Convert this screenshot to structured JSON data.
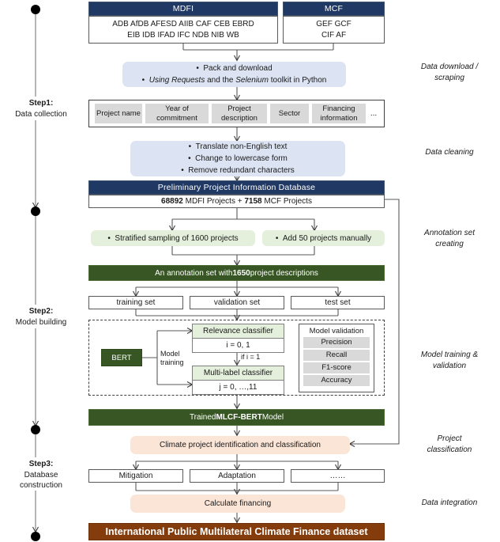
{
  "diagram": {
    "title": "International Public Multilateral Climate Finance dataset workflow",
    "colors": {
      "navy": "#1F3864",
      "light_blue": "#DCE3F2",
      "light_green": "#E4EFDC",
      "dark_green": "#375623",
      "peach": "#FBE5D6",
      "brown": "#843C0C",
      "grey_chip": "#D9D9D9"
    }
  },
  "sources": {
    "mdfi": {
      "header": "MDFI",
      "line1": "ADB AfDB AFESD AIIB CAF CEB EBRD",
      "line2": "EIB IDB IFAD IFC NDB NIB WB"
    },
    "mcf": {
      "header": "MCF",
      "line1": "GEF GCF",
      "line2": "CIF AF"
    }
  },
  "download_step": {
    "bullet1": "Pack and download",
    "bullet2_pre": "Using Requests",
    "bullet2_mid": " and the ",
    "bullet2_em": "Selenium",
    "bullet2_post": " toolkit in Python"
  },
  "fields": {
    "items": [
      "Project name",
      "Year of commitment",
      "Project description",
      "Sector",
      "Financing information"
    ],
    "ellipsis": "..."
  },
  "cleaning_step": {
    "bullet1": "Translate non-English text",
    "bullet2": "Change to lowercase form",
    "bullet3": "Remove redundant characters"
  },
  "preliminary_db": {
    "header": "Preliminary Project Information Database",
    "count_mdfi": "68892",
    "label_mdfi": " MDFI Projects + ",
    "count_mcf": "7158",
    "label_mcf": " MCF Projects"
  },
  "sampling": {
    "left": "Stratified sampling of 1600 projects",
    "right": "Add 50 projects manually"
  },
  "annotation_set": {
    "pre": "An annotation set with ",
    "count": "1650",
    "post": " project descriptions"
  },
  "splits": [
    "training set",
    "validation set",
    "test set"
  ],
  "model_block": {
    "bert": "BERT",
    "model_training": "Model training",
    "relevance": {
      "title": "Relevance classifier",
      "range": "i = 0, 1"
    },
    "if_label": "if i = 1",
    "multilabel": {
      "title": "Multi-label classifier",
      "range": "j = 0, …,11"
    },
    "validation": {
      "title": "Model validation",
      "metrics": [
        "Precision",
        "Recall",
        "F1-score",
        "Accuracy"
      ]
    }
  },
  "trained_model": {
    "pre": "Trained ",
    "name": "MLCF-BERT",
    "post": " Model"
  },
  "classification": "Climate project identification and classification",
  "categories": [
    "Mitigation",
    "Adaptation",
    "……"
  ],
  "calculate": "Calculate financing",
  "final_dataset": "International Public Multilateral Climate Finance dataset",
  "steps": [
    {
      "id": "step1",
      "title": "Step1:",
      "subtitle": "Data collection"
    },
    {
      "id": "step2",
      "title": "Step2:",
      "subtitle": "Model building"
    },
    {
      "id": "step3",
      "title": "Step3:",
      "subtitle": "Database",
      "subtitle2": "construction"
    }
  ],
  "stages": [
    {
      "line1": "Data download /",
      "line2": "scraping"
    },
    {
      "line1": "Data cleaning",
      "line2": ""
    },
    {
      "line1": "Annotation set",
      "line2": "creating"
    },
    {
      "line1": "Model training &",
      "line2": "validation"
    },
    {
      "line1": "Project",
      "line2": "classification"
    },
    {
      "line1": "Data integration",
      "line2": ""
    }
  ]
}
